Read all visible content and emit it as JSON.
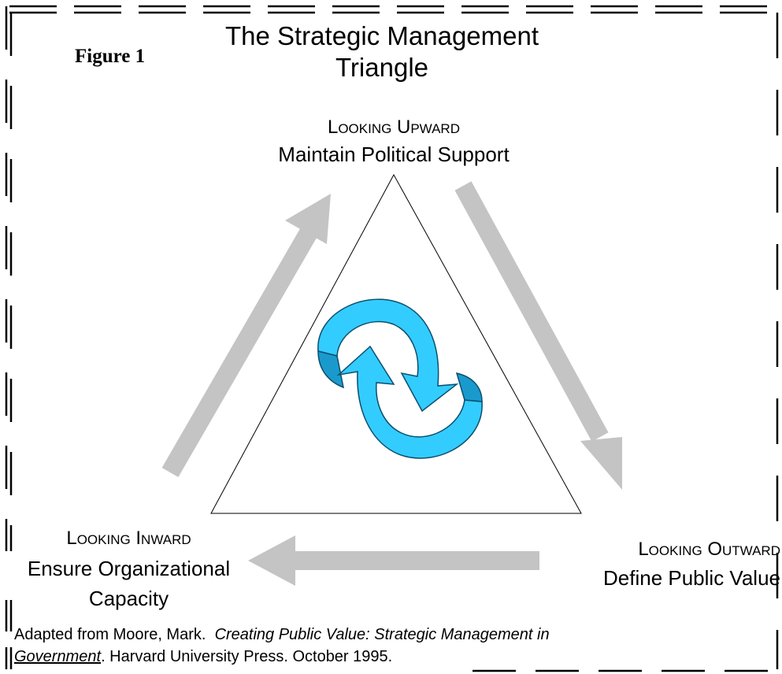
{
  "figure_label": "Figure 1",
  "title": {
    "line1": "The Strategic Management",
    "line2": "Triangle"
  },
  "vertices": {
    "upward": {
      "heading": "Looking Upward",
      "subtitle": "Maintain Political Support"
    },
    "inward": {
      "heading": "Looking Inward",
      "subtitle_line1": "Ensure Organizational",
      "subtitle_line2": "Capacity"
    },
    "outward": {
      "heading": "Looking Outward",
      "subtitle": "Define Public Value"
    }
  },
  "citation": {
    "prefix": "Adapted from Moore, Mark.",
    "italic_line1": "Creating Public Value:  Strategic Management in",
    "italic_line2": "Government",
    "suffix": ".  Harvard University Press.  October 1995."
  },
  "colors": {
    "arrow_gray": "#c4c4c4",
    "cycle_light": "#33ccff",
    "cycle_dark": "#1a9acc",
    "frame": "#000000"
  },
  "icons": {
    "center": "cycle-arrows-icon"
  }
}
